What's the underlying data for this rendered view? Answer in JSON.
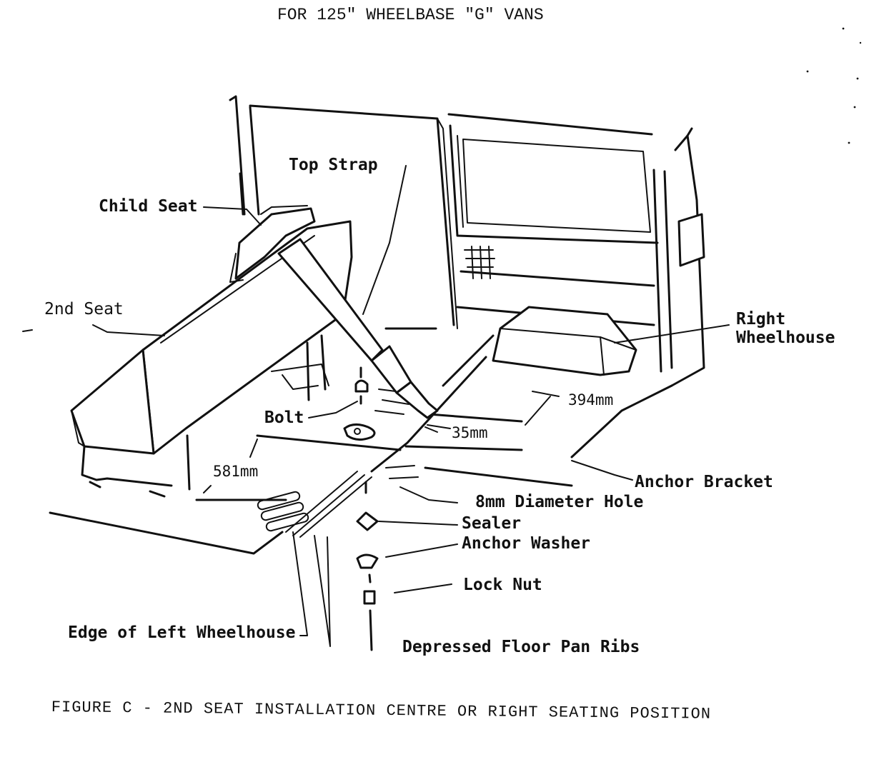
{
  "header_title": "FOR 125\" WHEELBASE \"G\" VANS",
  "figure_caption": "FIGURE C - 2ND SEAT INSTALLATION CENTRE OR RIGHT SEATING POSITION",
  "labels": {
    "top_strap": "Top Strap",
    "child_seat": "Child Seat",
    "second_seat": "2nd Seat",
    "right_wheelhouse": "Right\nWheelhouse",
    "bolt": "Bolt",
    "dim_394": "394mm",
    "dim_35": "35mm",
    "dim_581": "581mm",
    "anchor_bracket": "Anchor Bracket",
    "hole": "8mm Diameter Hole",
    "sealer": "Sealer",
    "anchor_washer": "Anchor Washer",
    "lock_nut": "Lock Nut",
    "left_wheelhouse": "Edge of Left Wheelhouse",
    "floor_ribs": "Depressed Floor Pan Ribs"
  }
}
